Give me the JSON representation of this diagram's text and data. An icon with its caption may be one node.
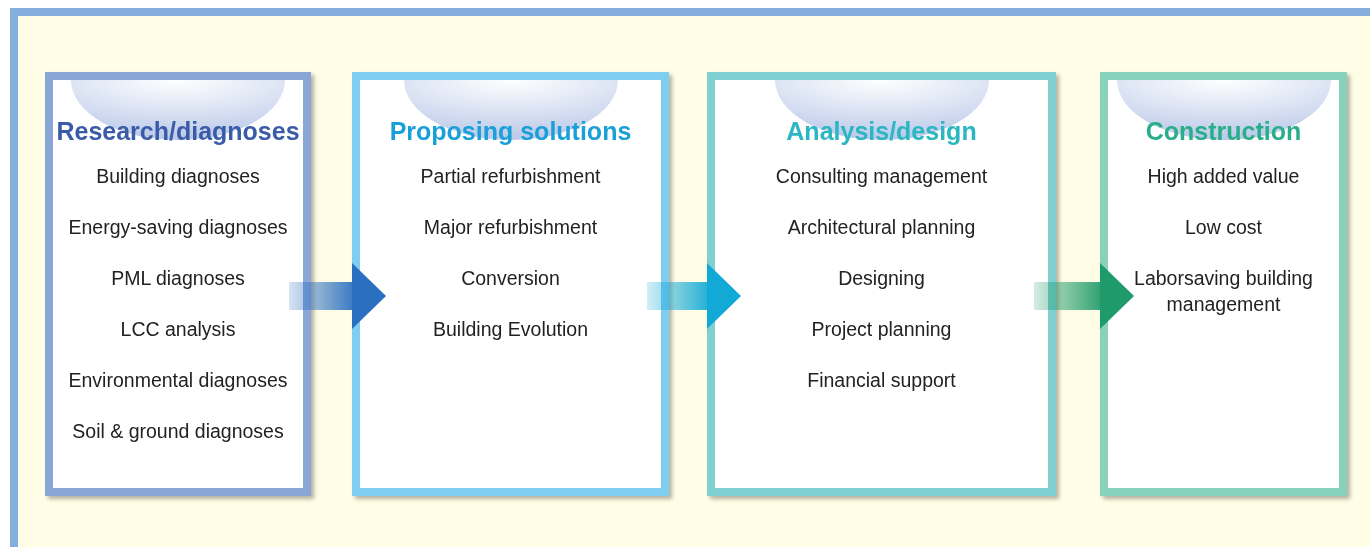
{
  "diagram": {
    "nodes": [
      {
        "text": [
          "Research/diagnoses",
          "Building diagnoses",
          "Energy-saving diagnoses",
          "PML diagnoses",
          "LCC analysis",
          "Environmental diagnoses",
          "Soil & ground diagnoses"
        ]
      },
      {
        "text": [
          "Proposing solutions",
          "Partial refurbishment",
          "Major refurbishment",
          "Conversion",
          "Building Evolution"
        ]
      },
      {
        "text": [
          "Analysis/design",
          "Consulting management",
          "Architectural planning",
          "Designing",
          "Project planning",
          "Financial support"
        ]
      },
      {
        "text": [
          "Construction",
          "High added value",
          "Low cost",
          "Laborsaving building management"
        ]
      }
    ],
    "edges": [
      {
        "from": 0,
        "to": 1,
        "arrow": "to",
        "style": "thick",
        "color": "#2a6fc0"
      },
      {
        "from": 1,
        "to": 2,
        "arrow": "to",
        "style": "thick",
        "color": "#12a9d6"
      },
      {
        "from": 2,
        "to": 3,
        "arrow": "to",
        "style": "thick",
        "color": "#1f9a6a"
      }
    ]
  }
}
